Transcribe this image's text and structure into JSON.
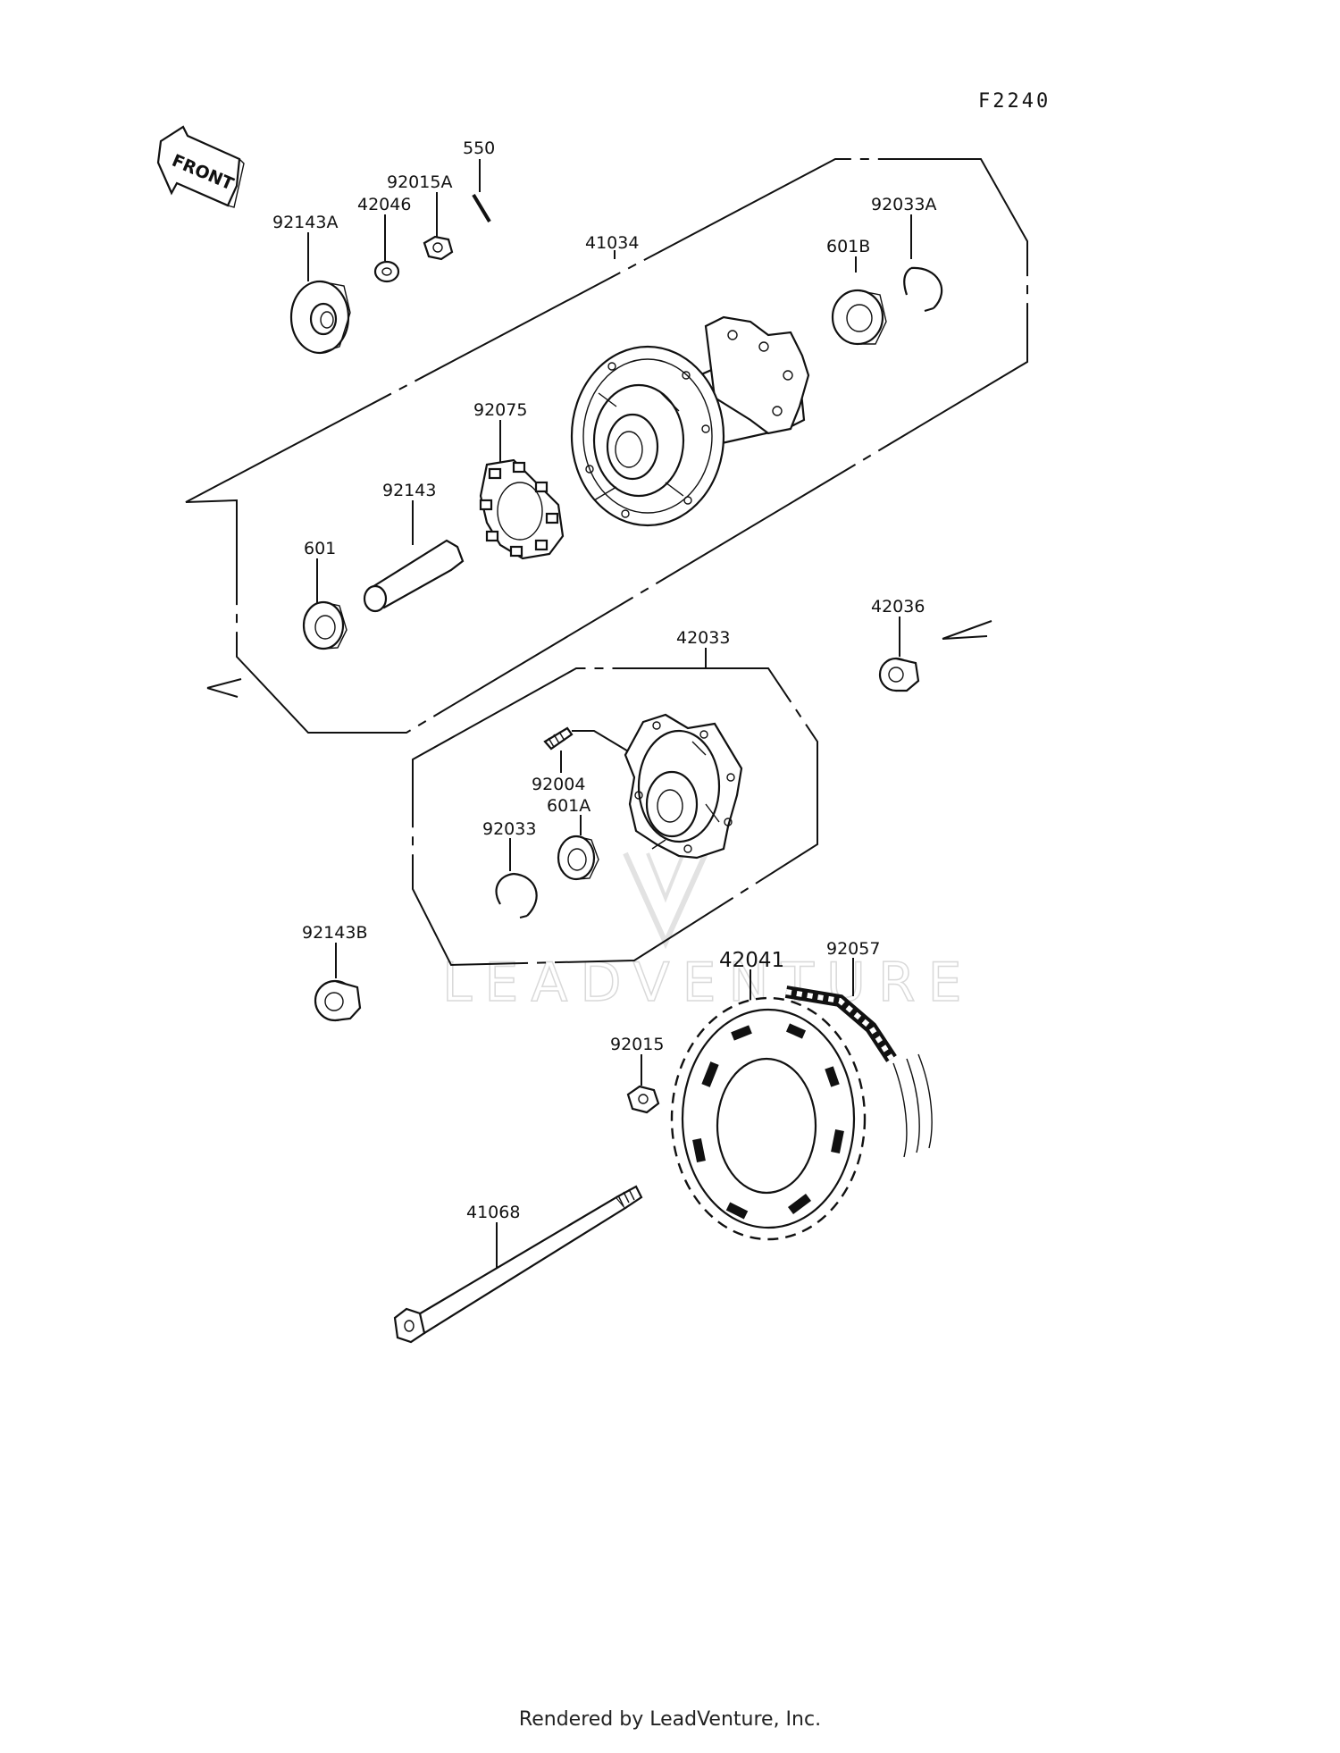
{
  "diagram": {
    "code": "F2240",
    "front_label": "FRONT",
    "watermark": "LEADVENTURE",
    "parts": {
      "p550": "550",
      "p92015A": "92015A",
      "p42046": "42046",
      "p92143A": "92143A",
      "p41034": "41034",
      "p92033A": "92033A",
      "p601B": "601B",
      "p92075": "92075",
      "p92143": "92143",
      "p601": "601",
      "p42036": "42036",
      "p42033": "42033",
      "p92004": "92004",
      "p601A": "601A",
      "p92033": "92033",
      "p92143B": "92143B",
      "p42041": "42041",
      "p92057": "92057",
      "p92015": "92015",
      "p41068": "41068"
    }
  },
  "footer": {
    "text": "Rendered by LeadVenture, Inc."
  }
}
